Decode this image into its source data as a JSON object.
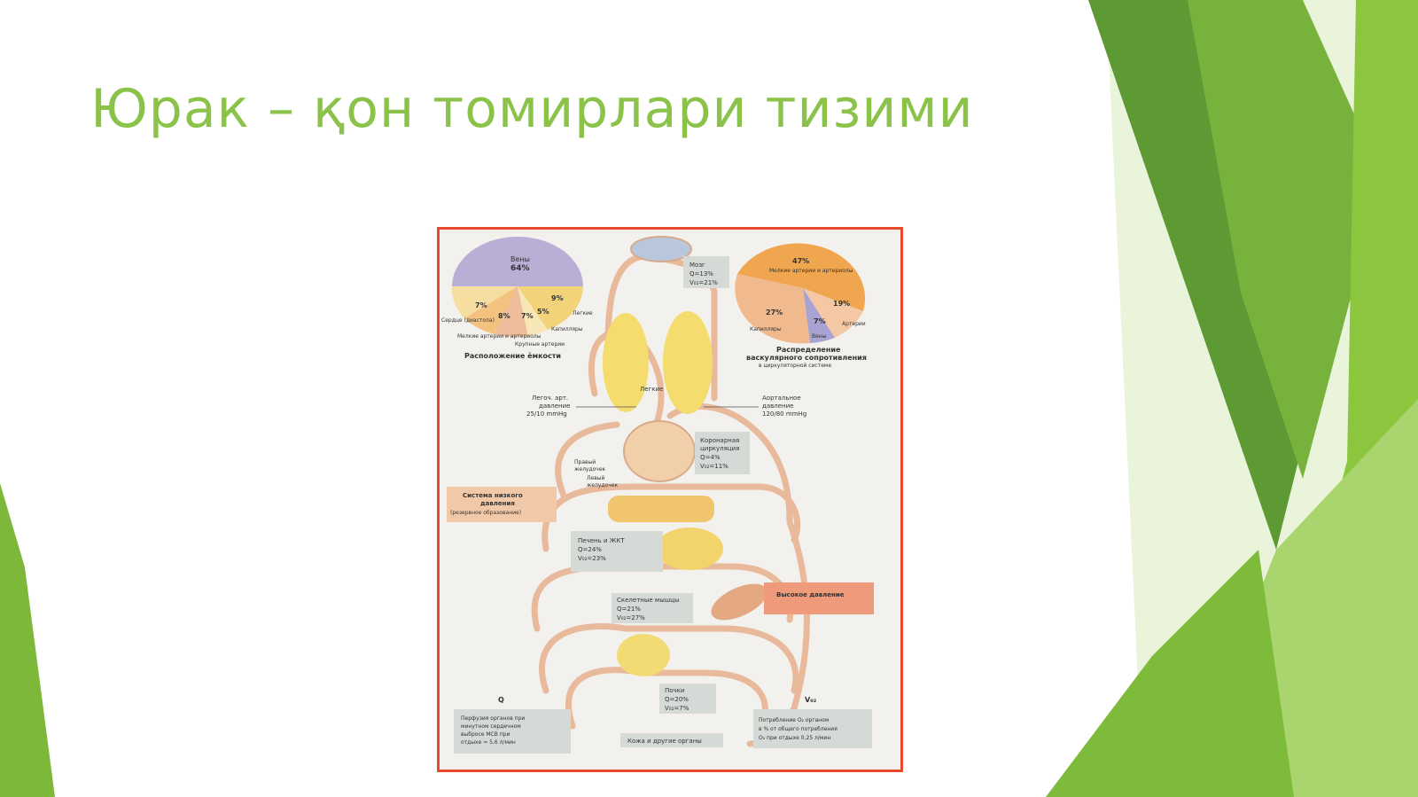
{
  "slide": {
    "title": "Юрак – қон томирлари тизими",
    "colors": {
      "title": "#8bc34a",
      "accent_dark": "#5a8f32",
      "accent_light": "#8cc63f",
      "accent_pale": "#c7e39a",
      "frame_border": "#e84a2f"
    }
  },
  "figure": {
    "pie_left": {
      "slices": [
        {
          "label": "Вены",
          "value": "64%"
        },
        {
          "label": "Сердце (диастола)",
          "value": "7%"
        },
        {
          "label": "Мелкие артерии и артериолы",
          "value": "8%"
        },
        {
          "label": "Крупные артерии",
          "value": "7%"
        },
        {
          "label": "Капилляры",
          "value": "5%"
        },
        {
          "label": "Легкие",
          "value": "9%"
        }
      ],
      "caption": "Расположение ёмкости"
    },
    "pie_right": {
      "slices": [
        {
          "label": "Мелкие артерии и артериолы",
          "value": "47%"
        },
        {
          "label": "Артерии",
          "value": "19%"
        },
        {
          "label": "Вены",
          "value": "7%"
        },
        {
          "label": "Капилляры",
          "value": "27%"
        }
      ],
      "caption_lines": [
        "Распределение",
        "васкулярного сопротивления",
        "в циркуляторной системе"
      ]
    },
    "organs": {
      "brain": [
        "Мозг",
        "Q=13%",
        "V₀₂=21%"
      ],
      "lungs": "Легкие",
      "coronary": [
        "Коронарная",
        "циркуляция",
        "Q=4%",
        "V₀₂=11%"
      ],
      "liver": [
        "Печень и ЖКТ",
        "Q=24%",
        "V₀₂=23%"
      ],
      "muscle": [
        "Скелетные мышцы",
        "Q=21%",
        "V₀₂=27%"
      ],
      "kidneys": [
        "Почки",
        "Q=20%",
        "V₀₂=7%"
      ],
      "skin": "Кожа и другие органы"
    },
    "pressures": {
      "pulmonary": [
        "Легоч. арт.",
        "давление",
        "25/10 mmHg"
      ],
      "aortic": [
        "Аортальное",
        "давление",
        "120/80 mmHg"
      ]
    },
    "heart": {
      "right_ventricle": [
        "Правый",
        "желудочек"
      ],
      "left_ventricle": [
        "Левый",
        "желудочек"
      ]
    },
    "systems": {
      "low_pressure": [
        "Система низкого",
        "давления",
        "(резервное образование)"
      ],
      "high_pressure": "Высокое давление"
    },
    "footer": {
      "q_symbol": "Q",
      "v_symbol": "V₀₂",
      "q_note": [
        "Перфузия органов при",
        "минутном сердечном",
        "выбросе МСВ при",
        "отдыхе ≈ 5,6 л/мин"
      ],
      "v_note": [
        "Потребление O₂ органом",
        "в % от общего потребления",
        "O₂ при отдыхе  0,25 л/мин"
      ]
    }
  }
}
